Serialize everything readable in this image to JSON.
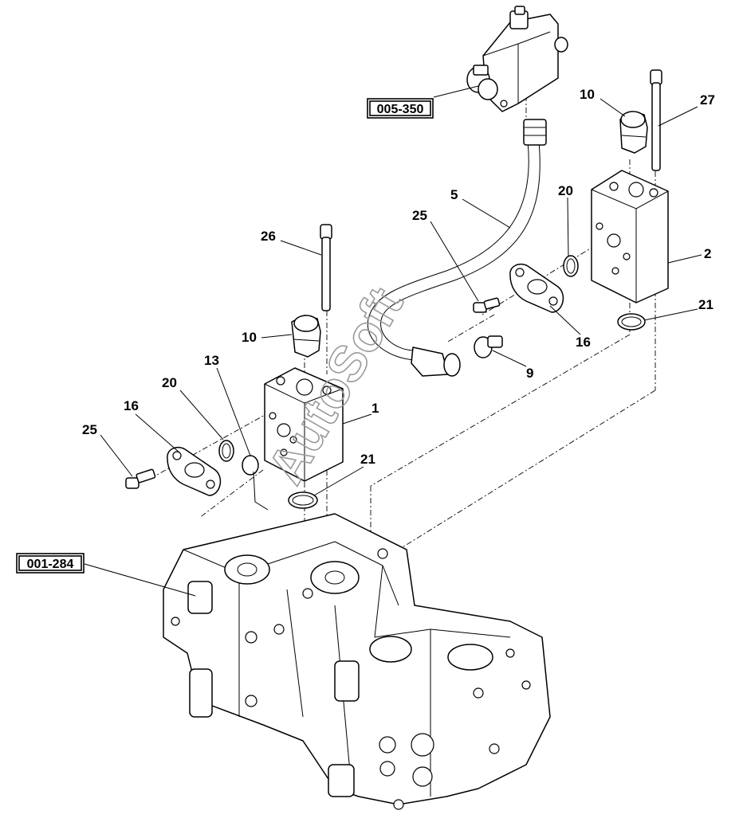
{
  "references": {
    "valve_group": "005-350",
    "pump_assembly": "001-284"
  },
  "callouts": {
    "c27": "27",
    "c10_top": "10",
    "c20_right": "20",
    "c2": "2",
    "c21_right": "21",
    "c16_right": "16",
    "c9": "9",
    "c5": "5",
    "c25_top": "25",
    "c26": "26",
    "c10_left": "10",
    "c13": "13",
    "c20_left": "20",
    "c1": "1",
    "c16_left": "16",
    "c25_left": "25",
    "c21_left": "21"
  },
  "watermark": "AutoSoft"
}
